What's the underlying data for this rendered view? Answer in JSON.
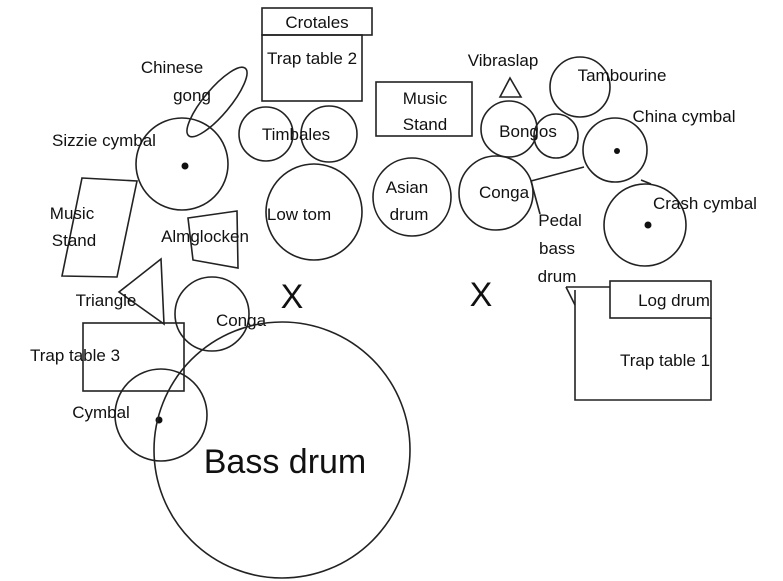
{
  "diagram": {
    "labels": {
      "crotales": "Crotales",
      "trap_table_2": "Trap table 2",
      "chinese_gong_1": "Chinese",
      "chinese_gong_2": "gong",
      "music_stand_top_1": "Music",
      "music_stand_top_2": "Stand",
      "vibraslap": "Vibraslap",
      "tambourine": "Tambourine",
      "timbales": "Timbales",
      "bongos": "Bongos",
      "china_cymbal": "China cymbal",
      "sizzle_cymbal": "Sizzie cymbal",
      "low_tom": "Low tom",
      "asian_drum_1": "Asian",
      "asian_drum_2": "drum",
      "conga_right": "Conga",
      "pedal_bass_drum_1": "Pedal",
      "pedal_bass_drum_2": "bass",
      "pedal_bass_drum_3": "drum",
      "crash_cymbal": "Crash cymbal",
      "music_stand_left_1": "Music",
      "music_stand_left_2": "Stand",
      "almglocken": "Almglocken",
      "triangle": "Triangle",
      "conga_left": "Conga",
      "log_drum": "Log drum",
      "trap_table_1": "Trap table 1",
      "trap_table_3": "Trap table 3",
      "cymbal": "Cymbal",
      "bass_drum": "Bass drum"
    },
    "player_marks": [
      "X",
      "X"
    ]
  }
}
